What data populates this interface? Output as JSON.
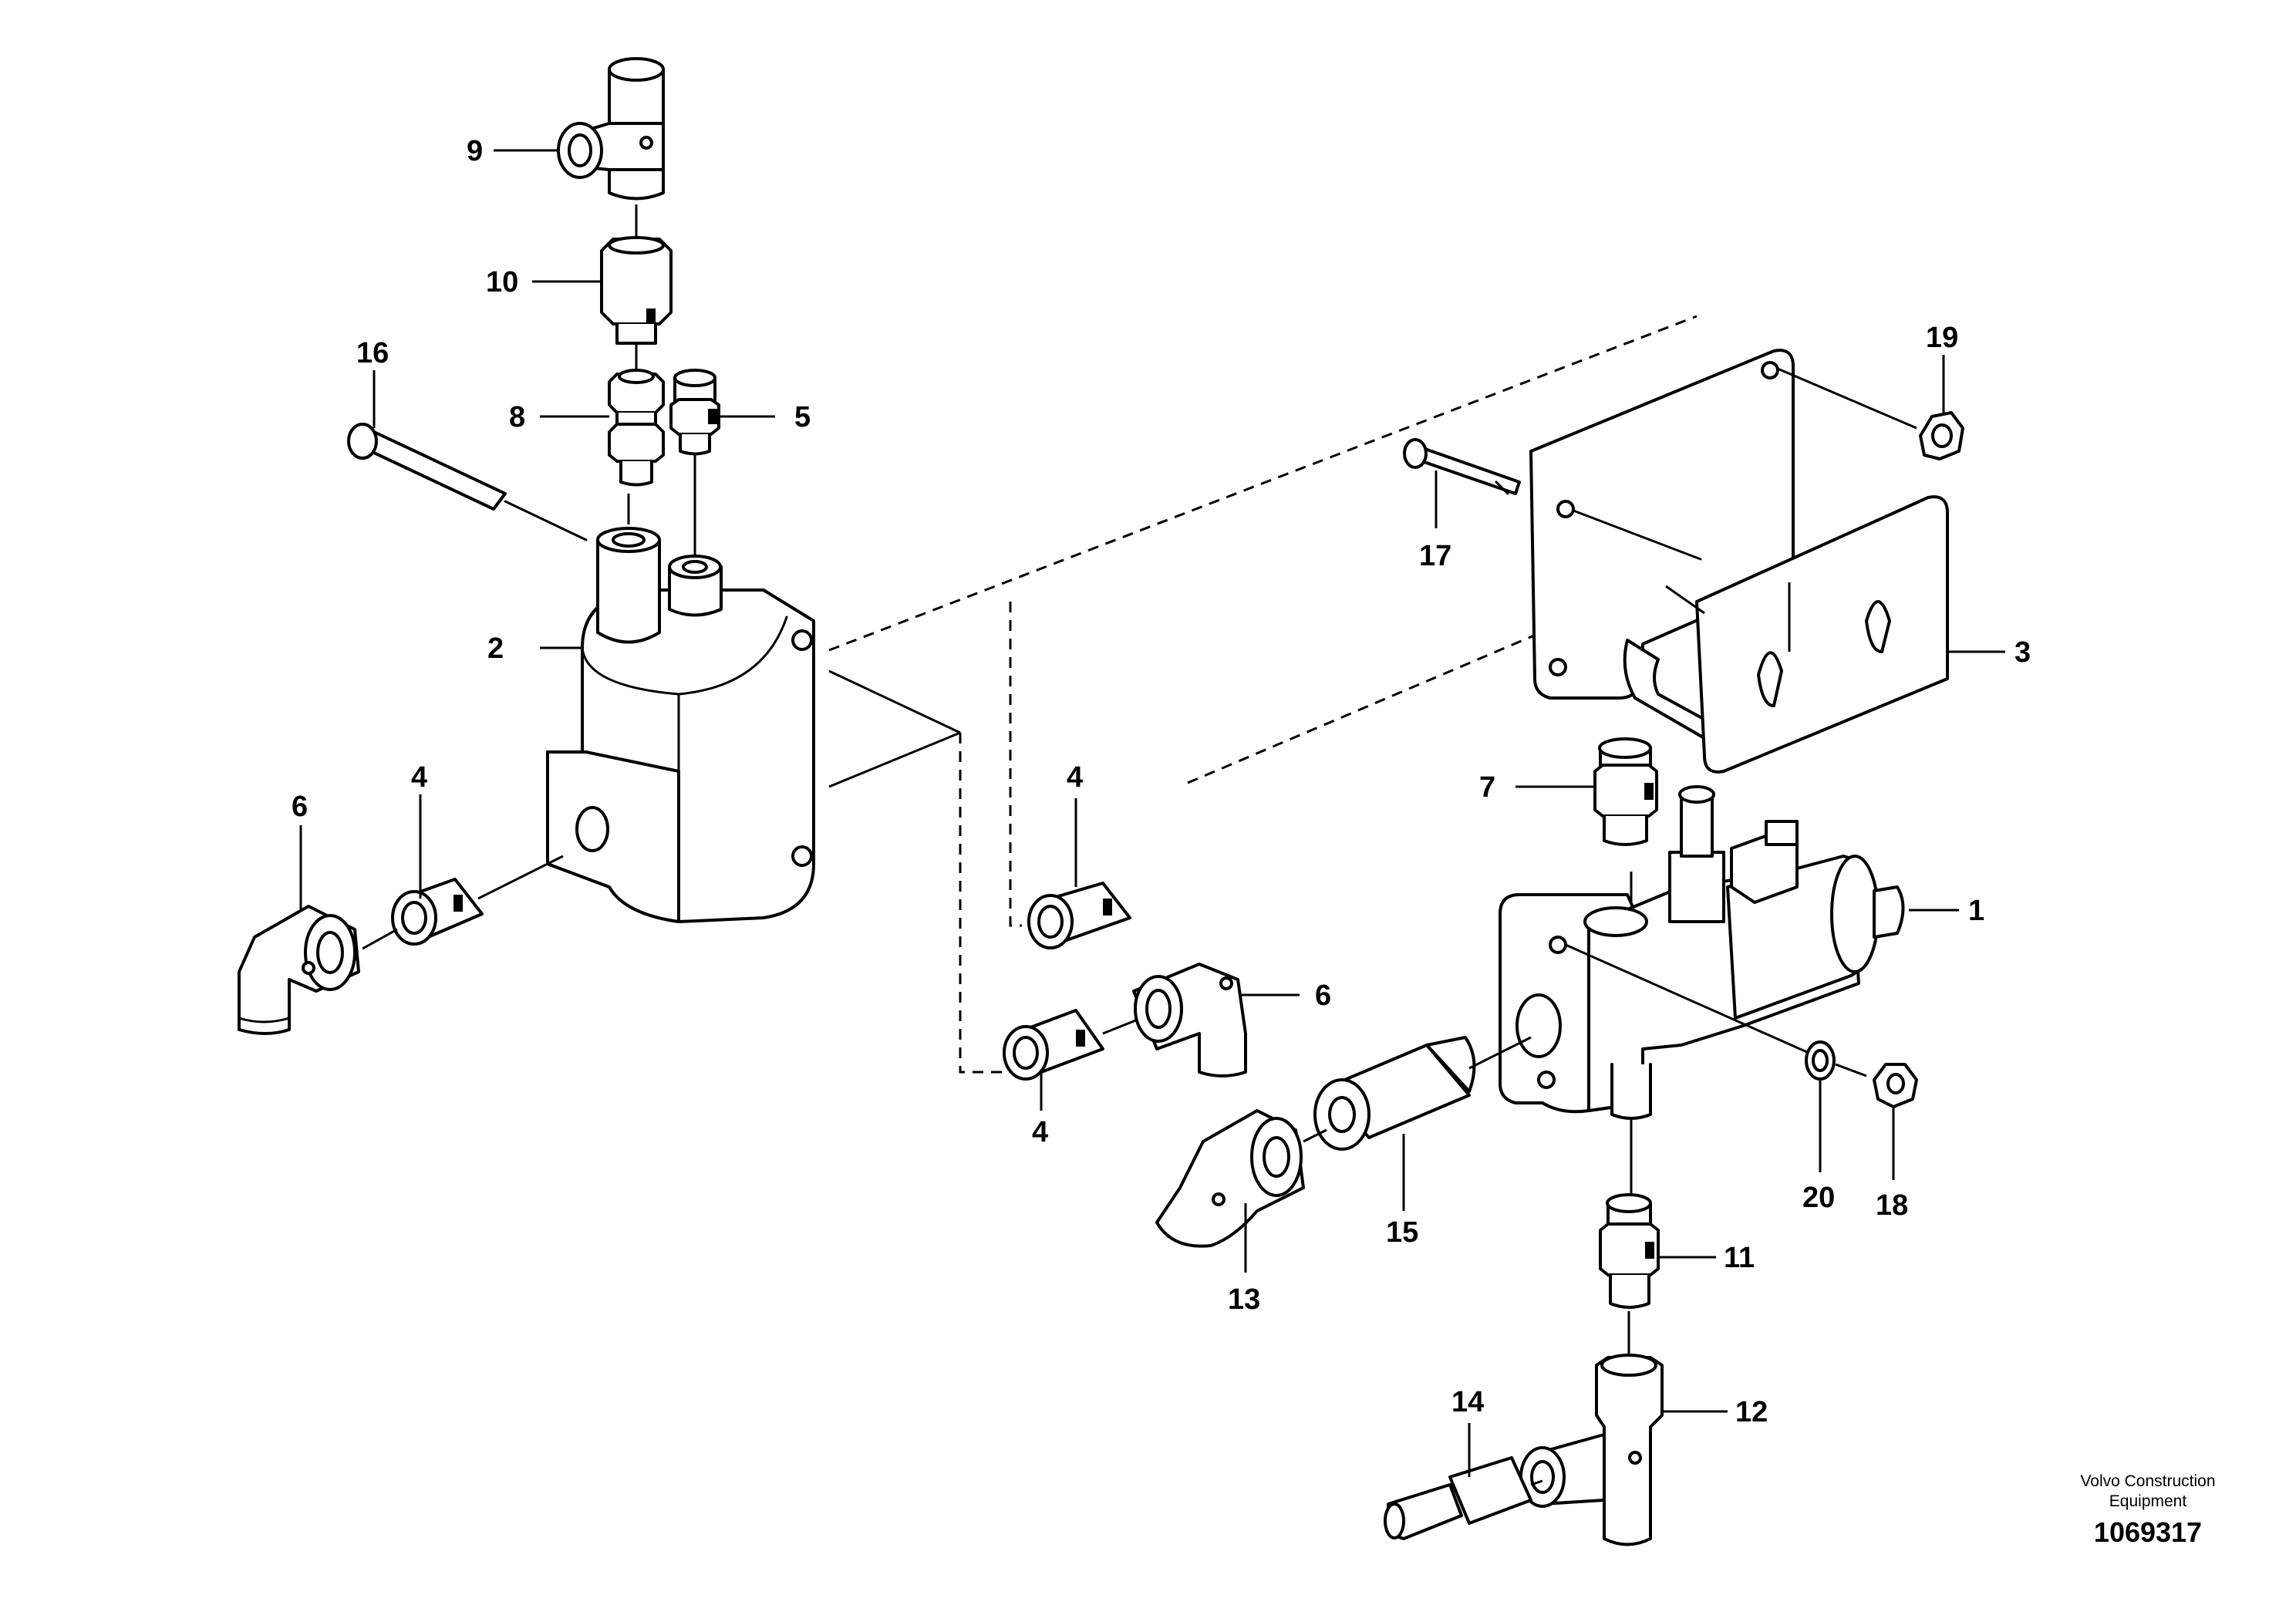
{
  "callouts": {
    "c1": "1",
    "c2": "2",
    "c3": "3",
    "c4a": "4",
    "c4b": "4",
    "c4c": "4",
    "c5": "5",
    "c6a": "6",
    "c6b": "6",
    "c7": "7",
    "c8": "8",
    "c9": "9",
    "c10": "10",
    "c11": "11",
    "c12": "12",
    "c13": "13",
    "c14": "14",
    "c15": "15",
    "c16": "16",
    "c17": "17",
    "c18": "18",
    "c19": "19",
    "c20": "20"
  },
  "footer": {
    "brand_line1": "Volvo Construction",
    "brand_line2": "Equipment",
    "drawing_number": "1069317"
  }
}
